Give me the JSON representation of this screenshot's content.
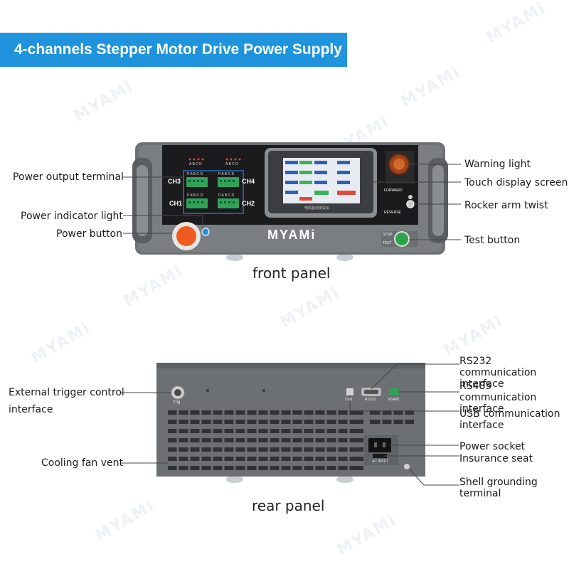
{
  "banner": {
    "title": "4-channels Stepper Motor Drive Power Supply"
  },
  "watermark": "MYAMi",
  "front": {
    "caption": "front panel",
    "brand": "MYAMi",
    "channels": [
      "CH3",
      "CH4",
      "CH1",
      "CH2"
    ],
    "pins": "P A B C D",
    "led_pins": "A B C D",
    "screen_footer": "电机驱动测试仪",
    "switch_forward": "FORWARD",
    "switch_reverse": "REVERSE",
    "stop_label": "STOP",
    "test_label": "TEST",
    "labels_left": {
      "power_output_terminal": "Power output terminal",
      "power_indicator_light": "Power indicator light",
      "power_button": "Power button"
    },
    "labels_right": {
      "warning_light": "Warning light",
      "touch_display_screen": "Touch display screen",
      "rocker_arm_twist": "Rocker arm twist",
      "test_button": "Test button"
    }
  },
  "rear": {
    "caption": "rear panel",
    "port_usb": "USB",
    "port_rs232": "RS232",
    "port_rs485": "RS485",
    "port_trig": "Trig",
    "ac_input": "AC INPUT",
    "labels_left": {
      "external_trigger_line1": "External trigger control",
      "external_trigger_line2": "interface",
      "cooling_fan_vent": "Cooling fan vent"
    },
    "labels_right": {
      "rs232_line1": "RS232 communication",
      "rs232_line2": "interface",
      "rs485_line1": "RS485 communication",
      "rs485_line2": "interface",
      "usb_line1": "USB communication",
      "usb_line2": "interface",
      "power_socket": "Power socket",
      "insurance_seat": "Insurance seat",
      "shell_grounding_line1": "Shell grounding",
      "shell_grounding_line2": "terminal"
    }
  }
}
